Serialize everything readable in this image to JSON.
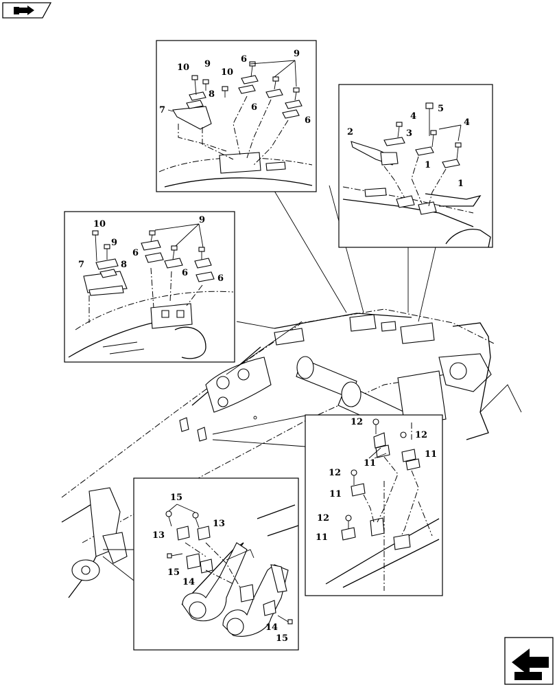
{
  "nav": {
    "prev_icon": "book-arrow-icon",
    "next_icon": "next-page-arrow-icon"
  },
  "callouts": {
    "top_center": [
      "10",
      "9",
      "10",
      "8",
      "6",
      "9",
      "7",
      "6",
      "6"
    ],
    "top_right": [
      "5",
      "4",
      "4",
      "2",
      "3",
      "1",
      "1"
    ],
    "left": [
      "10",
      "9",
      "9",
      "8",
      "7",
      "6",
      "6",
      "6"
    ],
    "right_lower": [
      "12",
      "12",
      "11",
      "11",
      "12",
      "11",
      "12",
      "11"
    ],
    "bottom": [
      "15",
      "13",
      "13",
      "15",
      "14",
      "14",
      "15"
    ]
  }
}
